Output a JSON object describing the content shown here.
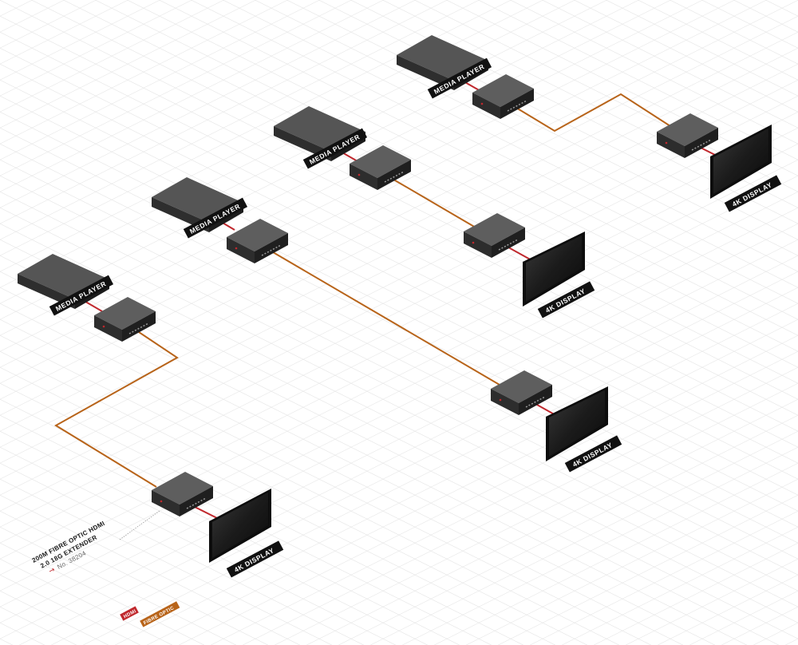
{
  "labels": {
    "media_player": "MEDIA PLAYER",
    "display": "4K DISPLAY"
  },
  "product": {
    "line1": "200M FIBRE OPTIC HDMI",
    "line2": "2.0 18G EXTENDER",
    "number": "No. 38204"
  },
  "legend": {
    "hdmi": "HDMI",
    "fibre": "FIBRE OPTIC"
  },
  "colors": {
    "hdmi": "#c0282d",
    "fibre": "#b8641a",
    "device_top": "#5a5a5a",
    "device_side": "#2e2e2e",
    "label_bg": "#111111",
    "grid": "#d6d6d6"
  }
}
